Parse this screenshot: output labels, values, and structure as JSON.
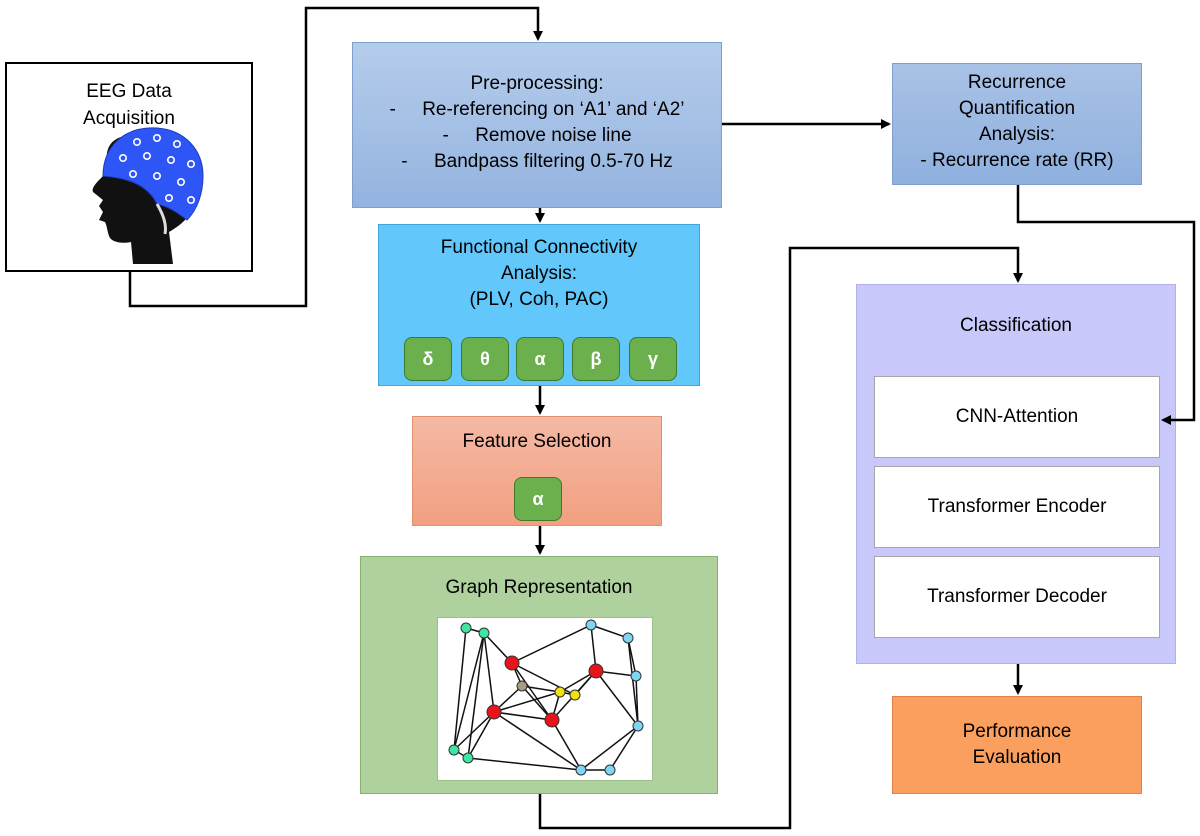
{
  "eeg": {
    "title_line1": "EEG Data",
    "title_line2": "Acquisition",
    "icon": "eeg-cap-head-icon"
  },
  "preprocessing": {
    "title": "Pre-processing:",
    "items": [
      "-     Re-referencing on ‘A1’ and ‘A2’",
      "-     Remove noise line",
      "-     Bandpass filtering 0.5-70 Hz"
    ]
  },
  "rqa": {
    "line1": "Recurrence",
    "line2": "Quantification",
    "line3": "Analysis:",
    "line4": "- Recurrence rate (RR)"
  },
  "fca": {
    "line1": "Functional Connectivity",
    "line2": "Analysis:",
    "line3": "(PLV, Coh, PAC)",
    "bands": [
      "δ",
      "θ",
      "α",
      "β",
      "γ"
    ]
  },
  "feature_selection": {
    "title": "Feature Selection",
    "band": "α"
  },
  "graph": {
    "title": "Graph Representation"
  },
  "classification": {
    "title": "Classification",
    "stages": [
      "CNN-Attention",
      "Transformer Encoder",
      "Transformer Decoder"
    ]
  },
  "performance": {
    "line1": "Performance",
    "line2": "Evaluation"
  },
  "colors": {
    "preprocessing": "#a6c1e7",
    "fca": "#62c7fb",
    "feature": "#f3ad91",
    "graph": "#aed19e",
    "classification": "#c8c8fa",
    "performance": "#fb9f5f",
    "band": "#6bb04d",
    "cap": "#2e55f5"
  }
}
